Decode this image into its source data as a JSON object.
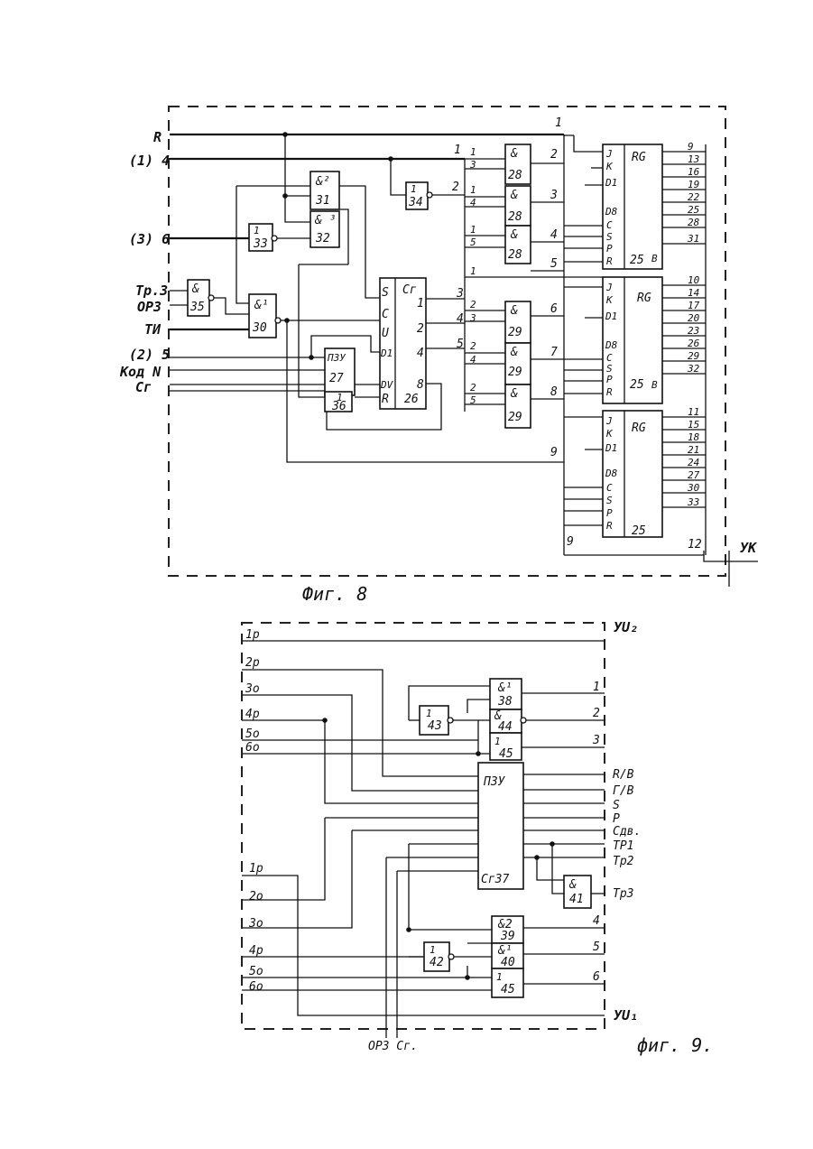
{
  "fig8": {
    "caption": "Фиг. 8",
    "inputs": {
      "r": "R",
      "in4": "(1) 4",
      "in6": "(3) 6",
      "tr3": "Тр.3",
      "or3": "ОР3",
      "ti": "ТИ",
      "in5": "(2) 5",
      "kod": "Код N",
      "cg": "Сг"
    },
    "uk_label": "УК",
    "blocks": {
      "b31": {
        "head": "&²",
        "num": "31"
      },
      "b32": {
        "head": "& ³",
        "num": "32"
      },
      "b33": {
        "head": "1",
        "num": "33"
      },
      "b35": {
        "head": "&",
        "num": "35"
      },
      "b30": {
        "head": "&¹",
        "num": "30"
      },
      "b34": {
        "head": "1",
        "num": "34"
      },
      "b27": {
        "head": "ПЗУ",
        "d1": "D1",
        "dv": "DV",
        "num": "27"
      },
      "b36": {
        "head": "1",
        "num": "36"
      },
      "b26": {
        "head": "Сг",
        "s": "S",
        "c": "C",
        "u": "U",
        "r": "R",
        "o1": "1",
        "o2": "2",
        "o4": "4",
        "o8": "8",
        "num": "26"
      },
      "b28a": {
        "head": "&",
        "num": "28"
      },
      "b28b": {
        "head": "&",
        "num": "28"
      },
      "b28c": {
        "head": "&",
        "num": "28"
      },
      "b29a": {
        "head": "&",
        "num": "29"
      },
      "b29b": {
        "head": "&",
        "num": "29"
      },
      "b29c": {
        "head": "&",
        "num": "29"
      }
    },
    "registers": [
      {
        "head": "RG",
        "num": "25",
        "outputs": [
          "9",
          "13",
          "16",
          "19",
          "22",
          "25",
          "28",
          "31"
        ]
      },
      {
        "head": "RG",
        "num": "25",
        "outputs": [
          "10",
          "14",
          "17",
          "20",
          "23",
          "26",
          "29",
          "32"
        ]
      },
      {
        "head": "RG",
        "num": "25",
        "outputs": [
          "11",
          "15",
          "18",
          "21",
          "24",
          "27",
          "30",
          "33"
        ]
      }
    ],
    "reg_pins": {
      "j": "J",
      "k": "K",
      "d1": "D1",
      "d8": "D8",
      "c": "C",
      "s": "S",
      "p": "P",
      "r": "R",
      "b": "B"
    },
    "wire_numbers": {
      "n1": "1",
      "n2": "2",
      "n3": "3",
      "n4": "4",
      "n5": "5",
      "n6": "6",
      "n7": "7",
      "n8": "8",
      "n9": "9",
      "n12": "12"
    }
  },
  "fig9": {
    "caption": "фиг. 9.",
    "top_label": "УU₂",
    "bottom_label": "УU₁",
    "bottom_inputs": "ОР3 Сг.",
    "left_top": [
      "1р",
      "2р",
      "3о",
      "4р",
      "5о",
      "6о"
    ],
    "left_bottom": [
      "1р",
      "2о",
      "3о",
      "4р",
      "5о",
      "6о"
    ],
    "right_outputs": [
      "1",
      "2",
      "3",
      "R/B",
      "Г/В",
      "S",
      "Р",
      "Сдв.",
      "ТР1",
      "Тр2",
      "Тр3",
      "4",
      "5",
      "6"
    ],
    "blocks": {
      "b38": {
        "head": "&¹",
        "num": "38"
      },
      "b44": {
        "head": "&",
        "num": "44"
      },
      "b45a": {
        "head": "1",
        "num": "45"
      },
      "b43": {
        "head": "1",
        "num": "43"
      },
      "b37": {
        "head": "ПЗУ",
        "num": "Сг37"
      },
      "b41": {
        "head": "&",
        "num": "41"
      },
      "b39": {
        "head": "&2",
        "num": "39"
      },
      "b40": {
        "head": "&¹",
        "num": "40"
      },
      "b45b": {
        "head": "1",
        "num": "45"
      },
      "b42": {
        "head": "1",
        "num": "42"
      }
    }
  }
}
